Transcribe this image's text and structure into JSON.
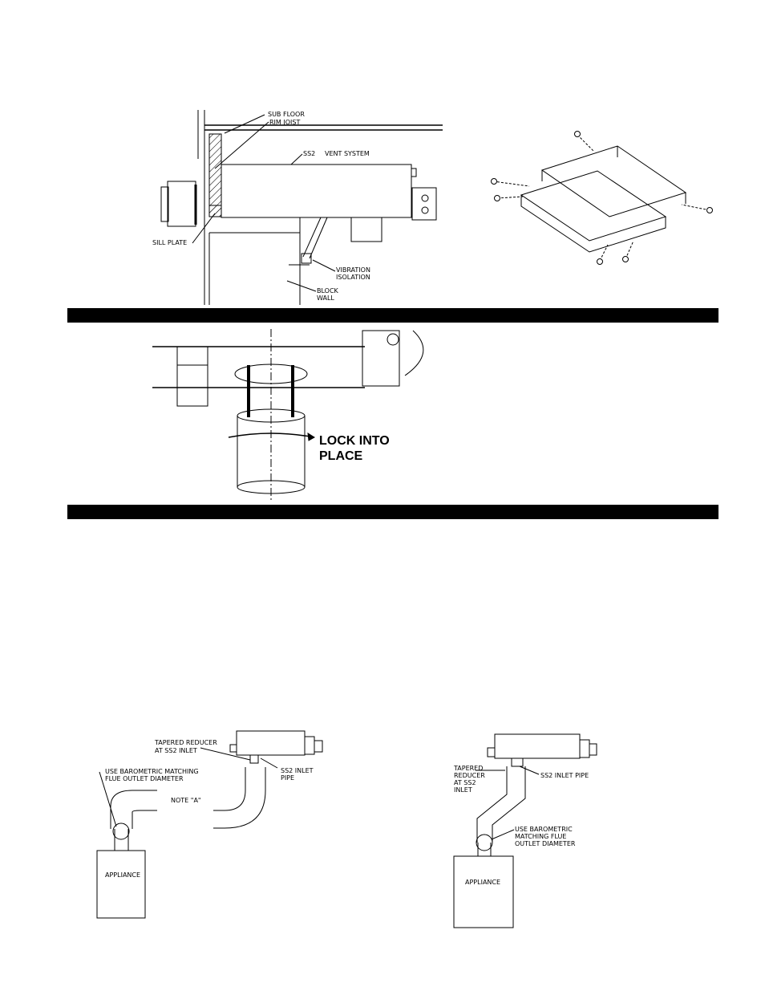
{
  "fig1": {
    "sub_floor": "SUB FLOOR",
    "rim_joist": "RIM JOIST",
    "vent_system": "SS2",
    "vent_system_suffix": "VENT SYSTEM",
    "sill_plate": "SILL PLATE",
    "vibration_1": "VIBRATION",
    "vibration_2": "ISOLATION",
    "block_1": "BLOCK",
    "block_2": "WALL"
  },
  "fig3": {
    "lock_1": "LOCK INTO",
    "lock_2": "PLACE"
  },
  "fig4": {
    "tapered_1": "TAPERED REDUCER",
    "tapered_2": "AT SS2 INLET",
    "use_1": "USE BAROMETRIC MATCHING",
    "use_2": "FLUE OUTLET DIAMETER",
    "inlet_1": "SS2 INLET",
    "inlet_2": "PIPE",
    "note": "NOTE \"A\"",
    "appliance": "APPLIANCE"
  },
  "fig5": {
    "tapered_1": "TAPERED",
    "tapered_2": "REDUCER",
    "tapered_3": "AT SS2",
    "tapered_4": "INLET",
    "inlet": "SS2 INLET PIPE",
    "use_1": "USE BAROMETRIC",
    "use_2": "MATCHING FLUE",
    "use_3": "OUTLET DIAMETER",
    "appliance": "APPLIANCE"
  }
}
